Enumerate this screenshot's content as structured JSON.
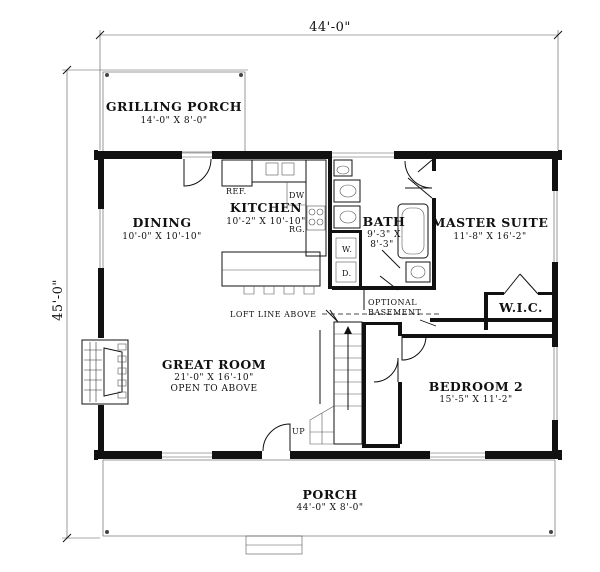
{
  "dimensions": {
    "width_overall": "44'-0\"",
    "depth_overall": "45'-0\""
  },
  "rooms": {
    "grilling_porch": {
      "name": "GRILLING PORCH",
      "size": "14'-0\" X 8'-0\""
    },
    "dining": {
      "name": "DINING",
      "size": "10'-0\" X 10'-10\""
    },
    "kitchen": {
      "name": "KITCHEN",
      "size": "10'-2\" X 10'-10\""
    },
    "bath": {
      "name": "BATH",
      "size_line1": "9'-3\" X",
      "size_line2": "8'-3\""
    },
    "master_suite": {
      "name": "MASTER SUITE",
      "size": "11'-8\" X 16'-2\""
    },
    "wic": {
      "name": "W.I.C."
    },
    "great_room": {
      "name": "GREAT ROOM",
      "size": "21'-0\" X 16'-10\"",
      "note": "OPEN TO ABOVE"
    },
    "bedroom2": {
      "name": "BEDROOM 2",
      "size": "15'-5\" X 11'-2\""
    },
    "porch": {
      "name": "PORCH",
      "size": "44'-0\" X 8'-0\""
    }
  },
  "fixtures": {
    "ref": "REF.",
    "dw": "DW",
    "rg": "RG.",
    "washer": "W.",
    "dryer": "D."
  },
  "notes": {
    "loft_line": "LOFT LINE ABOVE",
    "optional_basement_line1": "OPTIONAL",
    "optional_basement_line2": "BASEMENT",
    "stair_up": "UP"
  }
}
